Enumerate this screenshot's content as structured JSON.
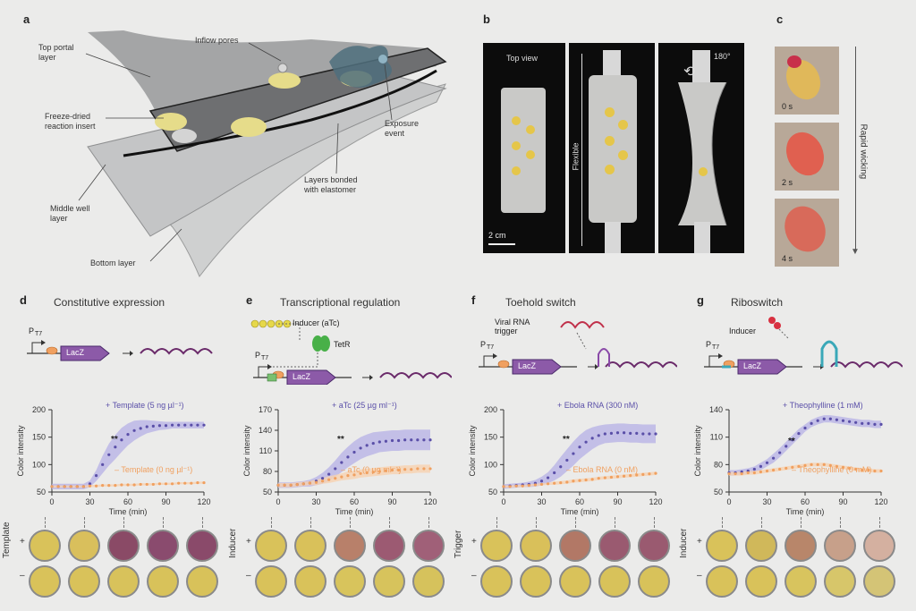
{
  "colors": {
    "purple": "#5a4fa8",
    "orange": "#f0a060",
    "band_purple": "#b9b4e6",
    "band_orange": "#f7d2b0",
    "yellow": "#e6cc4a",
    "lacz": "#8c5aa8"
  },
  "panel_a": {
    "label": "a",
    "annotations": [
      "Top portal layer",
      "Inflow pores",
      "Freeze-dried reaction insert",
      "Exposure event",
      "Layers bonded with elastomer",
      "Middle well layer",
      "Bottom layer"
    ]
  },
  "panel_b": {
    "label": "b",
    "top_view": "Top view",
    "flexible": "Flexible",
    "rotation": "180°",
    "scale": "2 cm"
  },
  "panel_c": {
    "label": "c",
    "times": [
      "0 s",
      "2 s",
      "4 s"
    ],
    "caption": "Rapid wicking"
  },
  "panels": [
    {
      "label": "d",
      "title": "Constitutive expression",
      "gene": "LacZ",
      "promoter": "P",
      "promoter_sub": "T7",
      "legend_hi": "+ Template (5 ng µl⁻¹)",
      "legend_lo": "– Template (0 ng µl⁻¹)",
      "stars": "**",
      "row_label": "Template"
    },
    {
      "label": "e",
      "title": "Transcriptional regulation",
      "gene": "LacZ",
      "promoter": "P",
      "promoter_sub": "T7",
      "inducer": "Inducer (aTc)",
      "repressor": "TetR",
      "legend_hi": "+ aTc (25 µg ml⁻¹)",
      "legend_lo": "– aTc (0 µg ml⁻¹)",
      "stars": "**",
      "row_label": "Inducer"
    },
    {
      "label": "f",
      "title": "Toehold switch",
      "gene": "LacZ",
      "promoter": "P",
      "promoter_sub": "T7",
      "trigger": "Viral RNA trigger",
      "legend_hi": "+ Ebola RNA (300 nM)",
      "legend_lo": "– Ebola RNA (0 nM)",
      "stars": "**",
      "row_label": "Trigger"
    },
    {
      "label": "g",
      "title": "Riboswitch",
      "gene": "LacZ",
      "promoter": "P",
      "promoter_sub": "T7",
      "inducer": "Inducer",
      "legend_hi": "+ Theophylline (1 mM)",
      "legend_lo": "– Theophylline (0 mM)",
      "stars": "**",
      "row_label": "Inducer"
    }
  ],
  "chart_data": [
    {
      "type": "line",
      "xlabel": "Time (min)",
      "ylabel": "Color intensity",
      "xlim": [
        0,
        120
      ],
      "ylim": [
        50,
        200
      ],
      "x_ticks": [
        0,
        30,
        60,
        90,
        120
      ],
      "y_ticks": [
        50,
        100,
        150,
        200
      ],
      "x": [
        0,
        5,
        10,
        15,
        20,
        25,
        30,
        35,
        40,
        45,
        50,
        55,
        60,
        65,
        70,
        75,
        80,
        85,
        90,
        95,
        100,
        105,
        110,
        115,
        120
      ],
      "series": [
        {
          "name": "+ Template (5 ng µl⁻¹)",
          "values": [
            60,
            60,
            60,
            60,
            60,
            60,
            65,
            80,
            100,
            118,
            132,
            145,
            155,
            162,
            166,
            169,
            170,
            171,
            171,
            172,
            172,
            172,
            172,
            172,
            172
          ],
          "band": [
            5,
            5,
            5,
            5,
            5,
            5,
            6,
            10,
            16,
            20,
            22,
            22,
            20,
            18,
            15,
            12,
            10,
            8,
            7,
            6,
            6,
            6,
            6,
            6,
            6
          ]
        },
        {
          "name": "– Template (0 ng µl⁻¹)",
          "values": [
            60,
            60,
            60,
            60,
            60,
            60,
            61,
            61,
            62,
            62,
            62,
            63,
            63,
            63,
            64,
            64,
            64,
            65,
            65,
            65,
            66,
            66,
            66,
            67,
            67
          ],
          "band": [
            2,
            2,
            2,
            2,
            2,
            2,
            2,
            2,
            2,
            2,
            2,
            2,
            2,
            2,
            2,
            2,
            2,
            2,
            2,
            2,
            2,
            2,
            2,
            2,
            2
          ]
        }
      ]
    },
    {
      "type": "line",
      "xlabel": "Time (min)",
      "ylabel": "Color intensity",
      "xlim": [
        0,
        120
      ],
      "ylim": [
        50,
        170
      ],
      "x_ticks": [
        0,
        30,
        60,
        90,
        120
      ],
      "y_ticks": [
        50,
        80,
        110,
        140,
        170
      ],
      "x": [
        0,
        5,
        10,
        15,
        20,
        25,
        30,
        35,
        40,
        45,
        50,
        55,
        60,
        65,
        70,
        75,
        80,
        85,
        90,
        95,
        100,
        105,
        110,
        115,
        120
      ],
      "series": [
        {
          "name": "+ aTc (25 µg ml⁻¹)",
          "values": [
            60,
            60,
            60,
            61,
            62,
            63,
            66,
            70,
            76,
            84,
            93,
            101,
            108,
            114,
            118,
            121,
            123,
            124,
            125,
            125,
            126,
            126,
            126,
            126,
            126
          ],
          "band": [
            4,
            4,
            4,
            4,
            4,
            5,
            6,
            8,
            10,
            12,
            14,
            15,
            16,
            16,
            16,
            16,
            15,
            15,
            15,
            15,
            15,
            15,
            15,
            15,
            15
          ]
        },
        {
          "name": "– aTc (0 µg ml⁻¹)",
          "values": [
            60,
            60,
            60,
            61,
            62,
            63,
            64,
            66,
            68,
            70,
            72,
            74,
            75,
            77,
            78,
            79,
            80,
            81,
            82,
            82,
            83,
            83,
            84,
            84,
            84
          ],
          "band": [
            3,
            3,
            3,
            3,
            3,
            3,
            4,
            4,
            5,
            5,
            5,
            6,
            6,
            6,
            6,
            6,
            6,
            6,
            6,
            6,
            6,
            6,
            6,
            6,
            6
          ]
        }
      ]
    },
    {
      "type": "line",
      "xlabel": "Time (min)",
      "ylabel": "Color intensity",
      "xlim": [
        0,
        120
      ],
      "ylim": [
        50,
        200
      ],
      "x_ticks": [
        0,
        30,
        60,
        90,
        120
      ],
      "y_ticks": [
        50,
        100,
        150,
        200
      ],
      "x": [
        0,
        5,
        10,
        15,
        20,
        25,
        30,
        35,
        40,
        45,
        50,
        55,
        60,
        65,
        70,
        75,
        80,
        85,
        90,
        95,
        100,
        105,
        110,
        115,
        120
      ],
      "series": [
        {
          "name": "+ Ebola RNA (300 nM)",
          "values": [
            60,
            61,
            62,
            63,
            64,
            66,
            70,
            76,
            85,
            96,
            108,
            120,
            132,
            141,
            148,
            153,
            156,
            157,
            158,
            158,
            157,
            157,
            156,
            156,
            156
          ],
          "band": [
            4,
            4,
            4,
            4,
            5,
            6,
            8,
            10,
            14,
            18,
            20,
            22,
            22,
            22,
            20,
            18,
            17,
            17,
            17,
            17,
            17,
            17,
            17,
            17,
            17
          ]
        },
        {
          "name": "– Ebola RNA (0 nM)",
          "values": [
            60,
            60,
            61,
            61,
            62,
            63,
            64,
            65,
            66,
            67,
            68,
            70,
            71,
            72,
            73,
            75,
            76,
            77,
            78,
            79,
            80,
            81,
            82,
            83,
            84
          ],
          "band": [
            2,
            2,
            2,
            2,
            2,
            2,
            2,
            2,
            3,
            3,
            3,
            3,
            3,
            3,
            3,
            3,
            3,
            3,
            3,
            3,
            3,
            3,
            3,
            3,
            3
          ]
        }
      ]
    },
    {
      "type": "line",
      "xlabel": "Time (min)",
      "ylabel": "Color intensity",
      "xlim": [
        0,
        120
      ],
      "ylim": [
        50,
        140
      ],
      "x_ticks": [
        0,
        30,
        60,
        90,
        120
      ],
      "y_ticks": [
        50,
        80,
        110,
        140
      ],
      "x": [
        0,
        5,
        10,
        15,
        20,
        25,
        30,
        35,
        40,
        45,
        50,
        55,
        60,
        65,
        70,
        75,
        80,
        85,
        90,
        95,
        100,
        105,
        110,
        115,
        120
      ],
      "series": [
        {
          "name": "+ Theophylline (1 mM)",
          "values": [
            71,
            71,
            72,
            73,
            75,
            78,
            82,
            87,
            93,
            100,
            107,
            114,
            120,
            125,
            128,
            130,
            130,
            129,
            128,
            127,
            126,
            125,
            125,
            124,
            124
          ],
          "band": [
            3,
            3,
            3,
            3,
            3,
            4,
            4,
            5,
            5,
            5,
            5,
            5,
            4,
            4,
            4,
            4,
            4,
            4,
            4,
            4,
            4,
            4,
            4,
            4,
            4
          ]
        },
        {
          "name": "– Theophylline (0 mM)",
          "values": [
            70,
            70,
            70,
            71,
            71,
            72,
            73,
            74,
            75,
            76,
            77,
            78,
            79,
            80,
            80,
            80,
            79,
            78,
            77,
            76,
            75,
            74,
            74,
            73,
            73
          ],
          "band": [
            2,
            2,
            2,
            2,
            2,
            2,
            2,
            2,
            2,
            2,
            2,
            2,
            2,
            2,
            2,
            2,
            2,
            2,
            2,
            2,
            2,
            2,
            2,
            2,
            2
          ]
        }
      ]
    }
  ],
  "wells": [
    {
      "plus": [
        "#d9c25a",
        "#d9bf5c",
        "#8a4a66",
        "#8a4b6e",
        "#8a4a6a"
      ],
      "minus": [
        "#d9c25a",
        "#d9c25a",
        "#d8c25b",
        "#d8c25a",
        "#d8c25a"
      ]
    },
    {
      "plus": [
        "#d9c25a",
        "#d9c15a",
        "#b8806a",
        "#9c5a72",
        "#a06078"
      ],
      "minus": [
        "#d9c25a",
        "#d9c25a",
        "#d8c45c",
        "#d7c35c",
        "#d6c25c"
      ]
    },
    {
      "plus": [
        "#d9c25a",
        "#d9c05a",
        "#b27866",
        "#9a5a70",
        "#9a5a70"
      ],
      "minus": [
        "#d9c25a",
        "#d9c25a",
        "#d9c25a",
        "#d8c25a",
        "#d8c25a"
      ]
    },
    {
      "plus": [
        "#d9c25a",
        "#d0b85a",
        "#b8866a",
        "#c7a08a",
        "#d4b0a0"
      ],
      "minus": [
        "#d9c25a",
        "#d9c25a",
        "#d8c45e",
        "#d7c66a",
        "#d4c476"
      ]
    }
  ]
}
